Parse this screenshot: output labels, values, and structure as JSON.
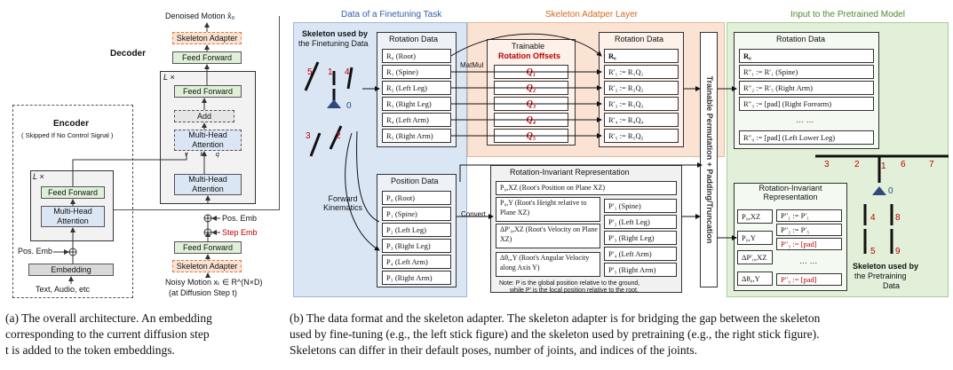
{
  "panel_a": {
    "denoised": "Denoised Motion  x̂₀",
    "decoder_title": "Decoder",
    "skel_adapter_top": "Skeleton Adapter",
    "ff_top": "Feed Forward",
    "lx_dec": "L ×",
    "ff_dec": "Feed Forward",
    "add": "Add",
    "mha_cross": "Multi-Head Attention",
    "mha_self": "Multi-Head Attention",
    "vkq": "v  k  q",
    "pos_emb": "Pos. Emb",
    "step_emb": "Step Emb",
    "ff_bottom": "Feed Forward",
    "skel_adapter_bottom": "Skeleton Adapter",
    "noisy1": "Noisy Motion  xₜ ∈ R^(N×D)",
    "noisy2": "(at Diffusion Step t)",
    "encoder_title": "Encoder",
    "encoder_sub": "( Skipped If No Control Signal )",
    "lx_enc": "L ×",
    "ff_enc": "Feed Forward",
    "mha_enc": "Multi-Head Attention",
    "pos_emb_enc": "Pos. Emb",
    "embedding": "Embedding",
    "inputs": "Text, Audio, etc"
  },
  "panel_b": {
    "sec1": "Data of a Finetuning Task",
    "sec2": "Skeleton Adatper Layer",
    "sec3": "Input to the Pretrained Model",
    "skel_ft1": "Skeleton used by",
    "skel_ft2": "the Finetuning Data",
    "skel_pt1": "Skeleton used by",
    "skel_pt2": "the Pretraining",
    "skel_pt3": "Data",
    "rot_title": "Rotation Data",
    "rot_rows": [
      "R₀ (Root)",
      "R₁ (Spine)",
      "R₂ (Left Leg)",
      "R₃ (Right Leg)",
      "R₄ (Left Arm)",
      "R₅ (Right Arm)"
    ],
    "matmul": "MatMul",
    "trainable": "Trainable",
    "rot_offsets": "Rotation Offsets",
    "q_rows": [
      "Q₁",
      "Q₂",
      "Q₃",
      "Q₄",
      "Q₅"
    ],
    "rot2_title": "Rotation Data",
    "rot2_rows": [
      "R₀",
      "R′₁ := R₁Q₁",
      "R′₂ := R₂Q₂",
      "R′₃ := R₃Q₃",
      "R′₄ := R₄Q₄",
      "R′₅ := R₅Q₅"
    ],
    "perm": "Trainable Permutation + Padding/Truncation",
    "rot3_title": "Rotation Data",
    "rot3_rows": [
      "R₀",
      "R″₁ := R′₁ (Spine)",
      "R″₂ := R′₅ (Right Arm)",
      "R″₃ := [pad] (Right Forearm)",
      "… …",
      "R″₉ := [pad] (Left Lower Leg)"
    ],
    "fk": "Forward Kinematics",
    "pos_title": "Position Data",
    "pos_rows": [
      "P₀ (Root)",
      "P₁ (Spine)",
      "P₂ (Left Leg)",
      "P₃ (Right Leg)",
      "P₄ (Left Arm)",
      "P₅ (Right Arm)"
    ],
    "convert": "Convert",
    "rir_title": "Rotation-Invariant Representation",
    "rir_left": [
      "P₀,XZ (Root's Position on Plane XZ)",
      "P₀,Y (Root's Height relative to Plane XZ)",
      "ΔP′₀,XZ (Root's Velocity on Plane XZ)",
      "Δθ₀,Y (Root's Angular Velocity along Axis Y)"
    ],
    "rir_right": [
      "P′₁ (Spine)",
      "P′₂ (Left Leg)",
      "P′₃ (Right Leg)",
      "P′₄ (Left Arm)",
      "P′₅ (Right Arm)"
    ],
    "note1": "Note: P is the global position relative to the ground,",
    "note2": "while P′ is the local position relative to the root.",
    "rir2_title": "Rotation-Invariant Representation",
    "rir2_left": [
      "P₀,XZ",
      "P₀,Y",
      "ΔP′₀,XZ",
      "Δθ₀,Y"
    ],
    "rir2_right": [
      "P″₁ := P′₁",
      "P″₂ := P′₅",
      "P″₃ := [pad]",
      "… …",
      "P″₉ := [pad]"
    ],
    "skel_ft_nums": [
      "5",
      "1",
      "4",
      "0",
      "3",
      "2"
    ],
    "skel_pt_nums": [
      "3",
      "2",
      "1",
      "6",
      "7",
      "0",
      "4",
      "8",
      "5",
      "9"
    ]
  },
  "captions": {
    "a1": "(a) The overall architecture. An embedding",
    "a2": "corresponding to the current diffusion step",
    "a3": "t is added to the token embeddings.",
    "b1": "(b) The data format and the skeleton adapter. The skeleton adapter is for bridging the gap between the skeleton",
    "b2": "used by fine-tuning (e.g., the left stick figure) and the skeleton used by pretraining (e.g., the right stick figure).",
    "b3": "Skeletons can differ in their default poses, number of joints, and indices of the joints."
  }
}
